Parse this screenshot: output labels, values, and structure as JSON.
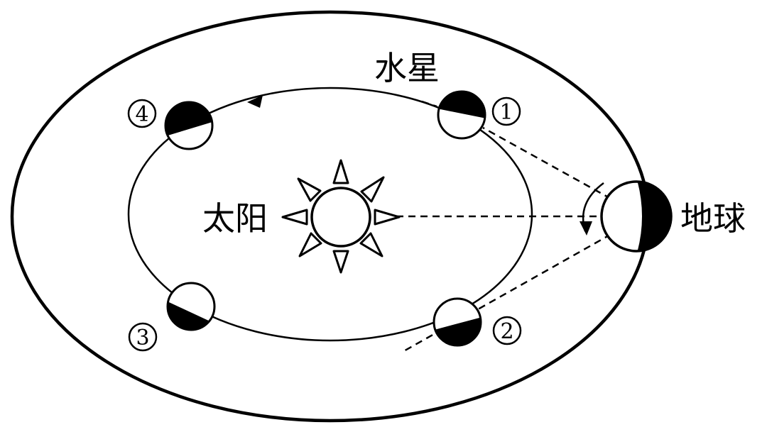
{
  "labels": {
    "mercury": "水星",
    "sun": "太阳",
    "earth": "地球"
  },
  "positions": [
    {
      "label": "1",
      "mark": "①"
    },
    {
      "label": "2",
      "mark": "②"
    },
    {
      "label": "3",
      "mark": "③"
    },
    {
      "label": "4",
      "mark": "④"
    }
  ],
  "colors": {
    "line": "#000000",
    "dark_side": "#000000",
    "lit_side": "#ffffff"
  }
}
